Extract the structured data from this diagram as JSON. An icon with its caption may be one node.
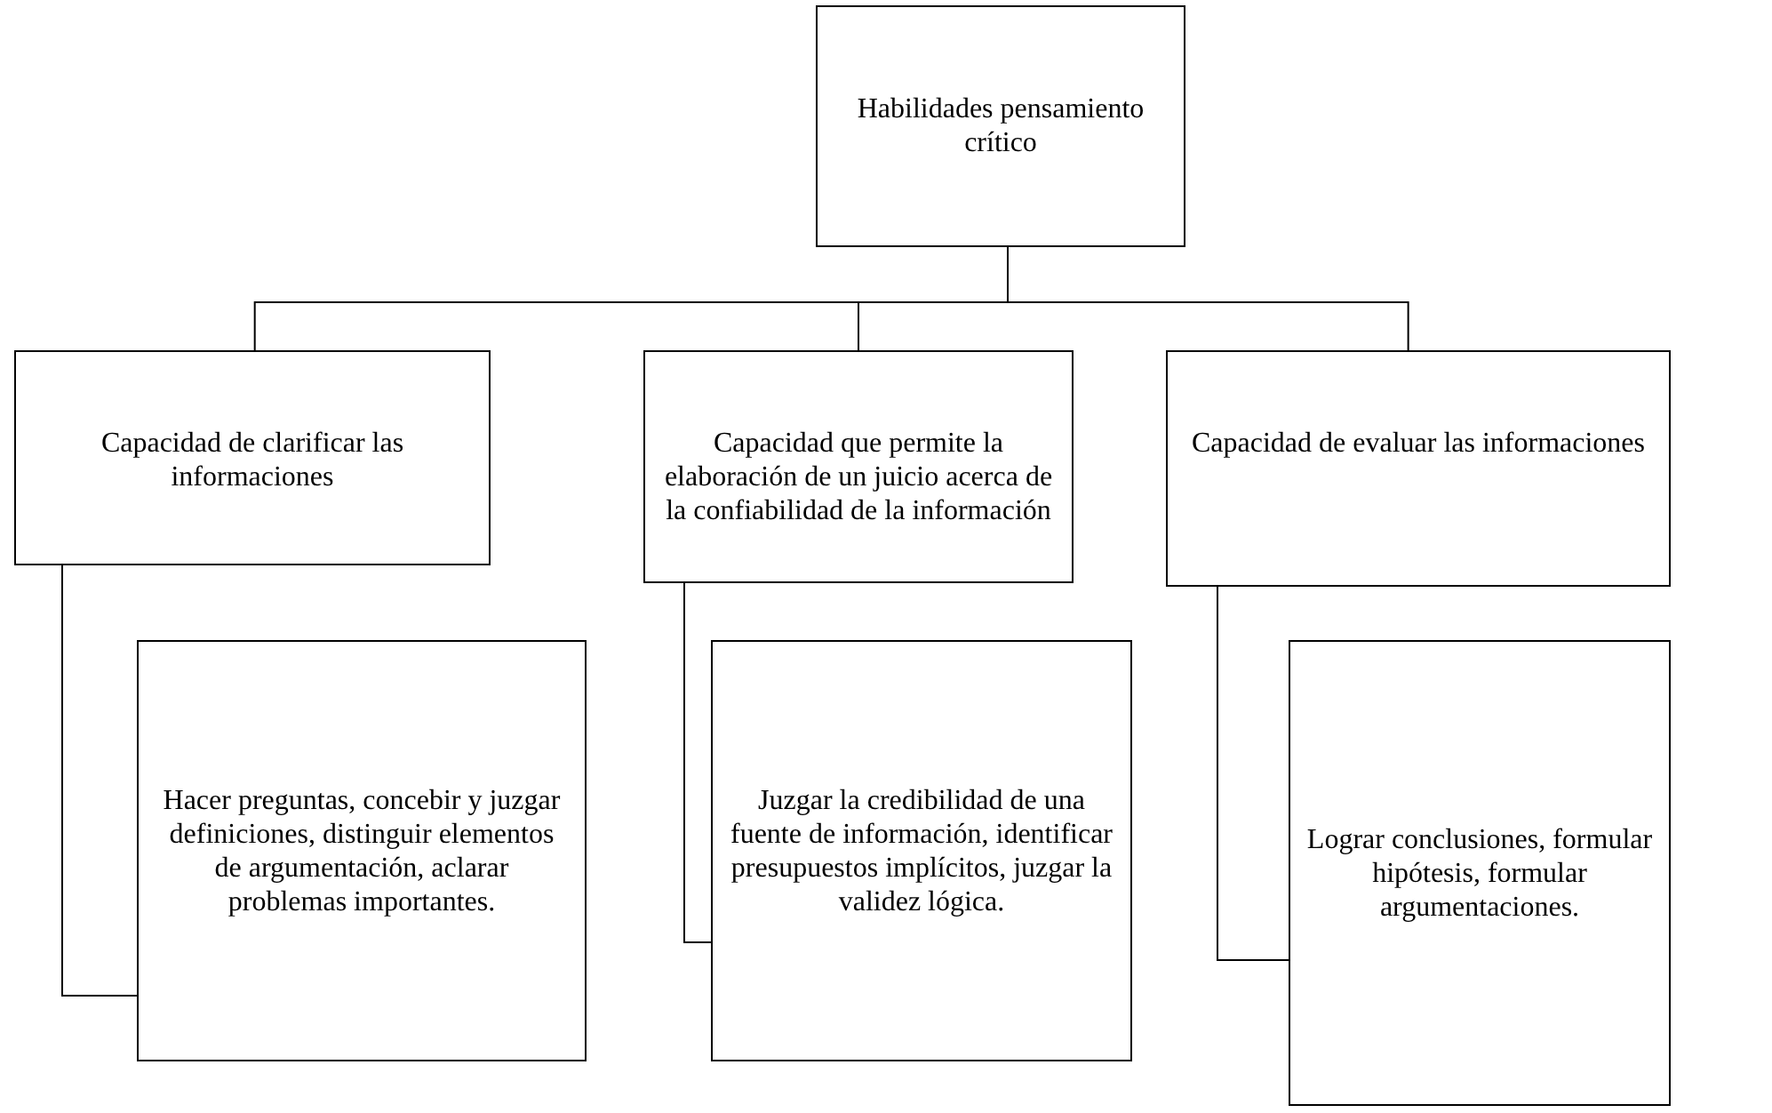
{
  "diagram": {
    "nodes": [
      {
        "text": [
          "Habilidades pensamiento crítico"
        ]
      },
      {
        "text": [
          "Capacidad de clarificar las informaciones"
        ]
      },
      {
        "text": [
          "Capacidad que permite la elaboración de un juicio acerca de la confiabilidad de la información"
        ]
      },
      {
        "text": [
          "Capacidad de evaluar las informaciones"
        ]
      },
      {
        "text": [
          "Hacer preguntas, concebir y juzgar definiciones, distinguir elementos de argumentación, aclarar problemas importantes."
        ]
      },
      {
        "text": [
          "Juzgar la credibilidad de una fuente de información, identificar presupuestos implícitos, juzgar la validez lógica."
        ]
      },
      {
        "text": [
          "Lograr conclusiones, formular hipótesis, formular argumentaciones."
        ]
      }
    ],
    "edges": [
      {
        "from": 0,
        "to": 1,
        "arrow": "none"
      },
      {
        "from": 0,
        "to": 2,
        "arrow": "none"
      },
      {
        "from": 0,
        "to": 3,
        "arrow": "none"
      },
      {
        "from": 1,
        "to": 4,
        "arrow": "none"
      },
      {
        "from": 2,
        "to": 5,
        "arrow": "none"
      },
      {
        "from": 3,
        "to": 6,
        "arrow": "none"
      }
    ]
  }
}
